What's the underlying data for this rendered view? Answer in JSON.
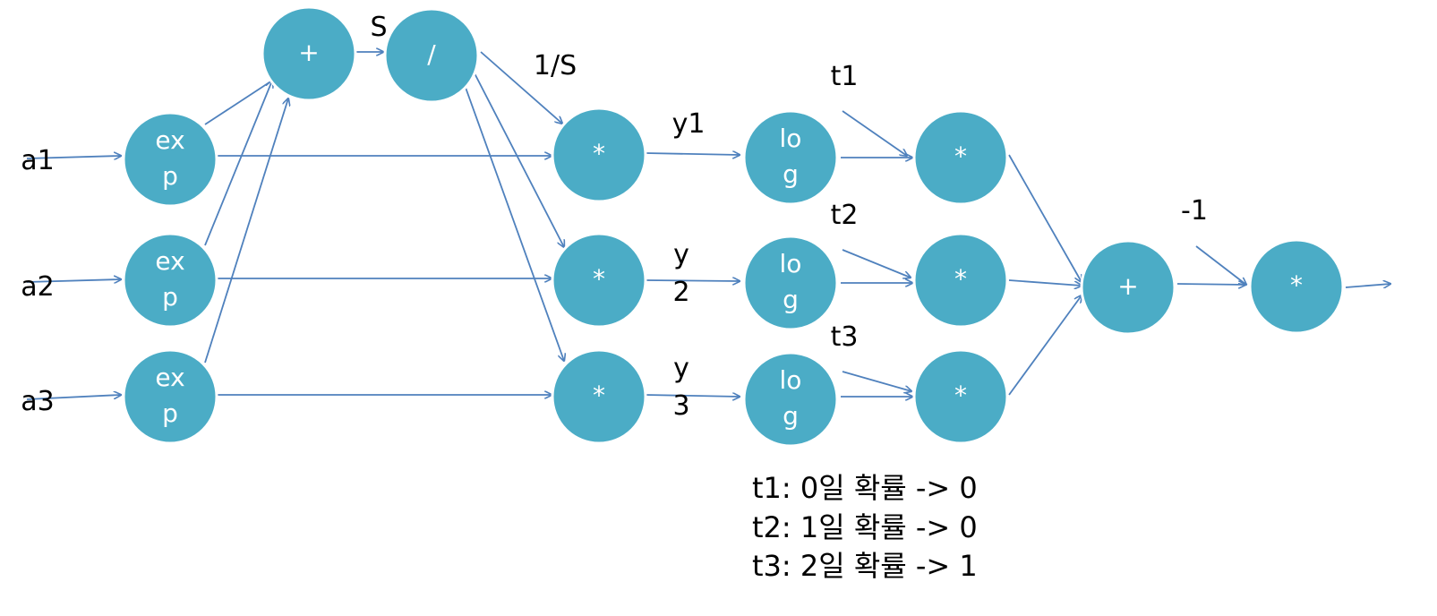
{
  "theme": {
    "node_fill": "#4bacc6",
    "node_stroke": "#ffffff",
    "edge_color": "#4f81bd",
    "text_color": "#000000"
  },
  "nodes": {
    "exp1": [
      "ex",
      "p"
    ],
    "exp2": [
      "ex",
      "p"
    ],
    "exp3": [
      "ex",
      "p"
    ],
    "sum": [
      "+"
    ],
    "div": [
      "/"
    ],
    "mul1": [
      "*"
    ],
    "mul2": [
      "*"
    ],
    "mul3": [
      "*"
    ],
    "log1": [
      "lo",
      "g"
    ],
    "log2": [
      "lo",
      "g"
    ],
    "log3": [
      "lo",
      "g"
    ],
    "tmul1": [
      "*"
    ],
    "tmul2": [
      "*"
    ],
    "tmul3": [
      "*"
    ],
    "total": [
      "+"
    ],
    "neg": [
      "*"
    ]
  },
  "labels": {
    "a1": [
      "a1"
    ],
    "a2": [
      "a2"
    ],
    "a3": [
      "a3"
    ],
    "S": [
      "S"
    ],
    "invS": [
      "1/S"
    ],
    "y1": [
      "y1"
    ],
    "y2": [
      "y",
      "2"
    ],
    "y3": [
      "y",
      "3"
    ],
    "t1": [
      "t1"
    ],
    "t2": [
      "t2"
    ],
    "t3": [
      "t3"
    ],
    "neg1": [
      "-1"
    ]
  },
  "legend": [
    "t1: 0일 확률 -> 0",
    "t2: 1일 확률 -> 0",
    "t3: 2일 확률 -> 1"
  ]
}
